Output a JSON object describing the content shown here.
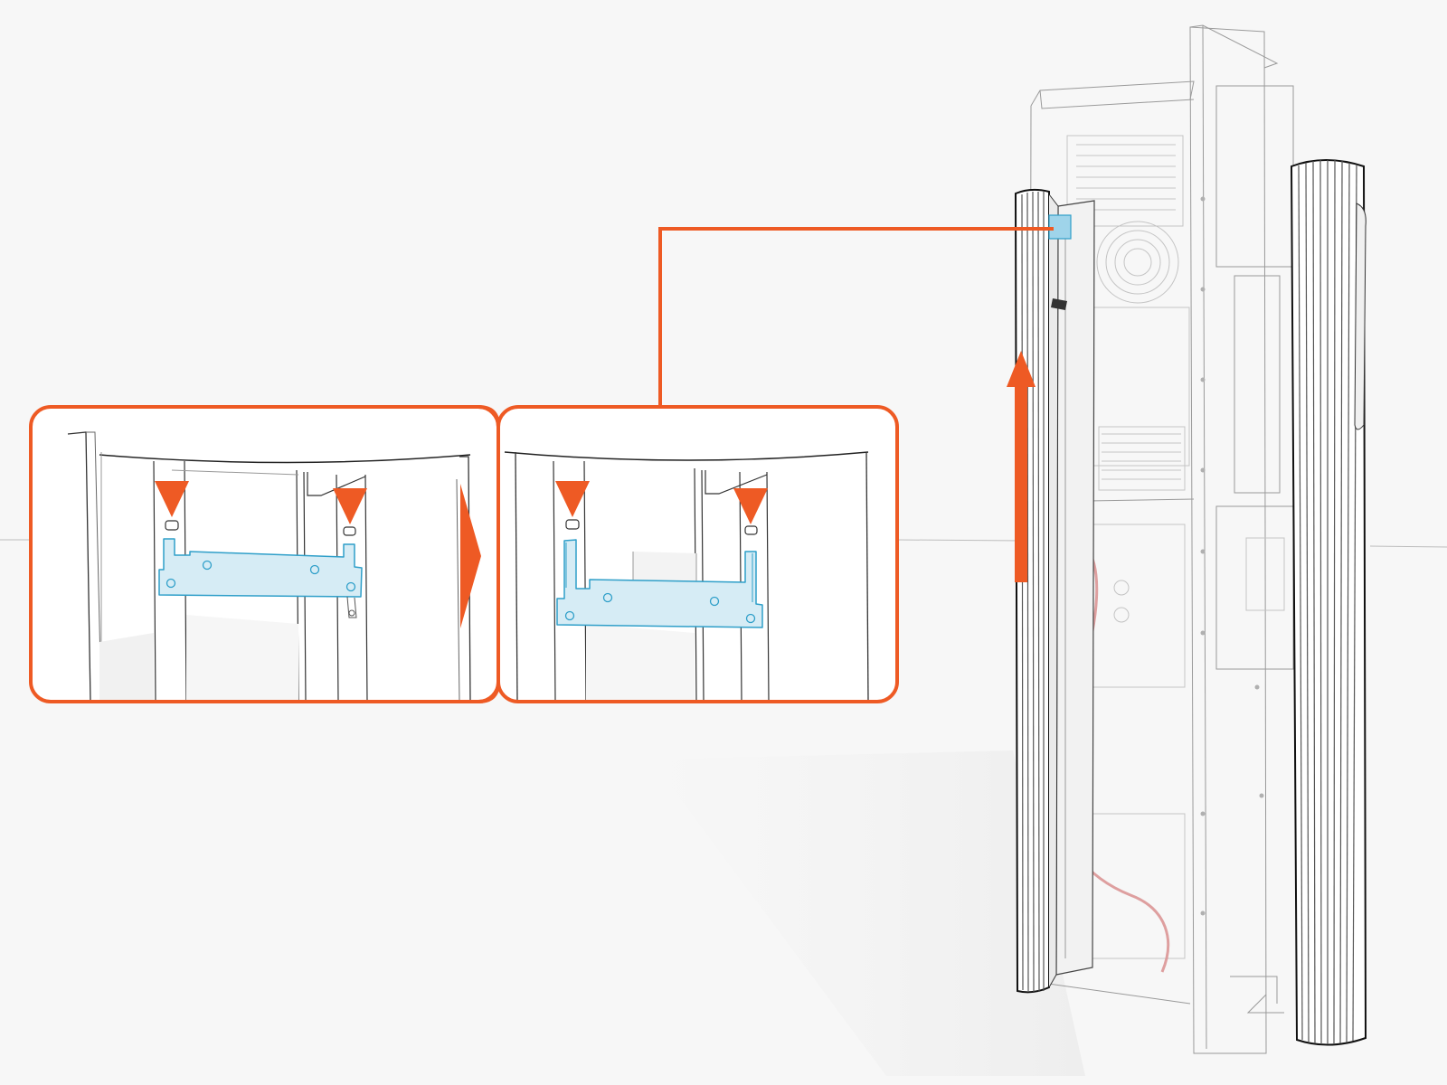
{
  "figure": {
    "description_free": true,
    "colors": {
      "accent": "#ee5a24",
      "bracket_fill": "#d6ecf5",
      "bracket_stroke": "#2f9fc9",
      "line_dark": "#222222",
      "background": "#f7f7f7",
      "cable": "#d98f8f"
    },
    "icons": {
      "step_arrow": "chevron-right-icon",
      "insert_arrows": "triangle-down-icon",
      "motion_arrow": "arrow-up-icon"
    },
    "panels": [
      {
        "id": "before",
        "state": "bracket-below-slots"
      },
      {
        "id": "after",
        "state": "bracket-engaged-in-slots"
      }
    ]
  }
}
